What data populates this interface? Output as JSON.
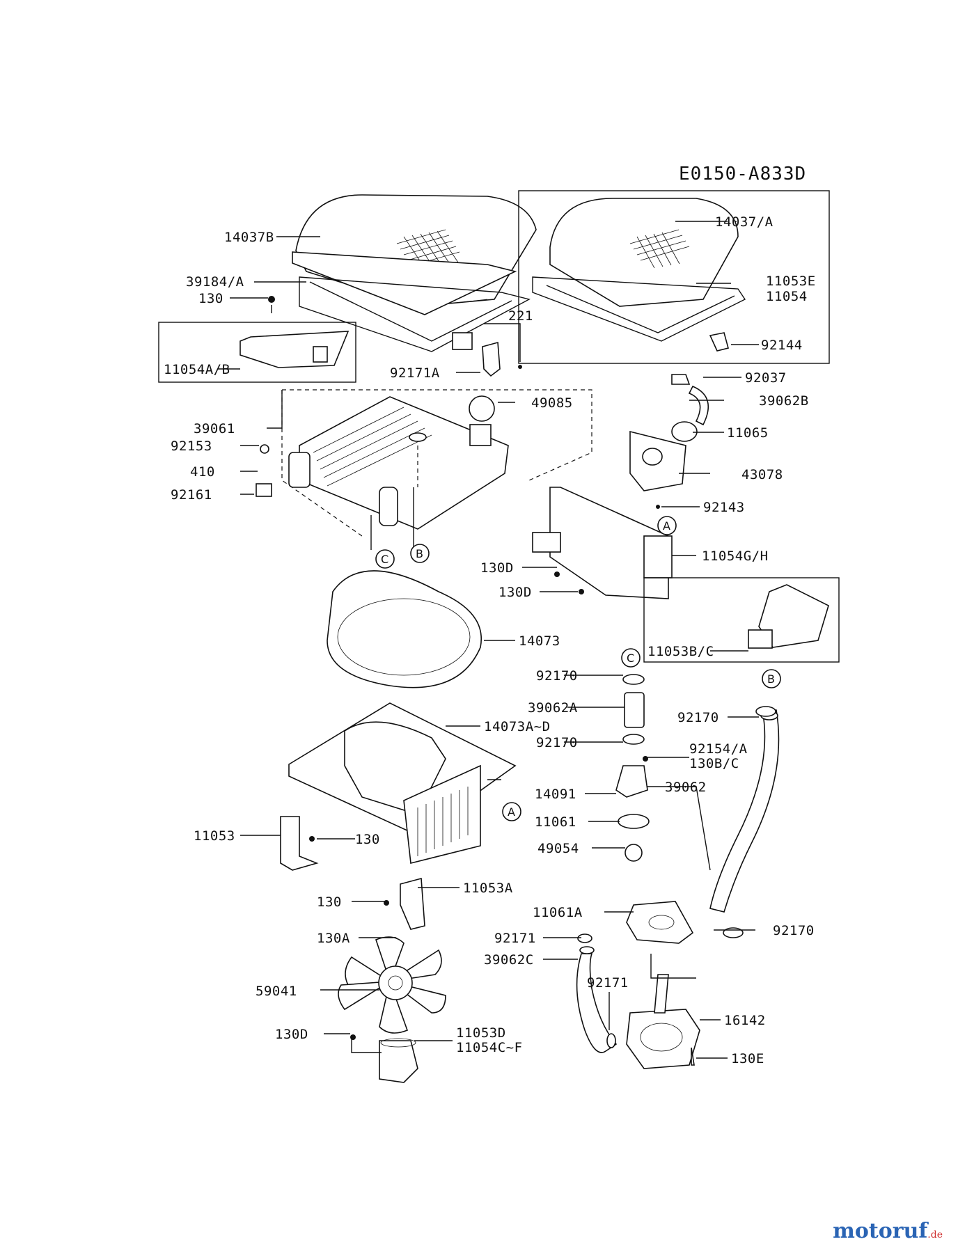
{
  "drawing_code": "E0150-A833D",
  "watermark": {
    "text": "motoruf",
    "suffix": ".de",
    "color": "#2a64b4"
  },
  "parts": {
    "p14037B": "14037B",
    "p39184A": "39184/A",
    "p130_top": "130",
    "p221": "221",
    "p11054AB": "11054A/B",
    "p92171A": "92171A",
    "p14037A": "14037/A",
    "p11053E": "11053E",
    "p11054": "11054",
    "p92144": "92144",
    "p92037": "92037",
    "p39062B": "39062B",
    "p49085": "49085",
    "p39061": "39061",
    "p92153": "92153",
    "p410": "410",
    "p92161": "92161",
    "p11065": "11065",
    "p43078": "43078",
    "p92143": "92143",
    "p11054GH": "11054G/H",
    "p130D_a": "130D",
    "p130D_b": "130D",
    "p14073": "14073",
    "p11053BC": "11053B/C",
    "p92170_a": "92170",
    "p39062A": "39062A",
    "p92170_b": "92170",
    "p92170_c": "92170",
    "p14073AD": "14073A~D",
    "p92154A": "92154/A",
    "p130BC": "130B/C",
    "p14091": "14091",
    "p39062": "39062",
    "p11061": "11061",
    "p49054": "49054",
    "p11053": "11053",
    "p130_mid": "130",
    "p11053A": "11053A",
    "p130_low": "130",
    "p11061A": "11061A",
    "p92170_d": "92170",
    "p130A": "130A",
    "p92171_a": "92171",
    "p39062C": "39062C",
    "p92171_b": "92171",
    "p59041": "59041",
    "p16142": "16142",
    "p130D_c": "130D",
    "p11053D": "11053D",
    "p11054CF": "11054C~F",
    "p130E": "130E"
  },
  "callouts": {
    "A1": "A",
    "A2": "A",
    "B1": "B",
    "B2": "B",
    "C1": "C",
    "C2": "C"
  }
}
